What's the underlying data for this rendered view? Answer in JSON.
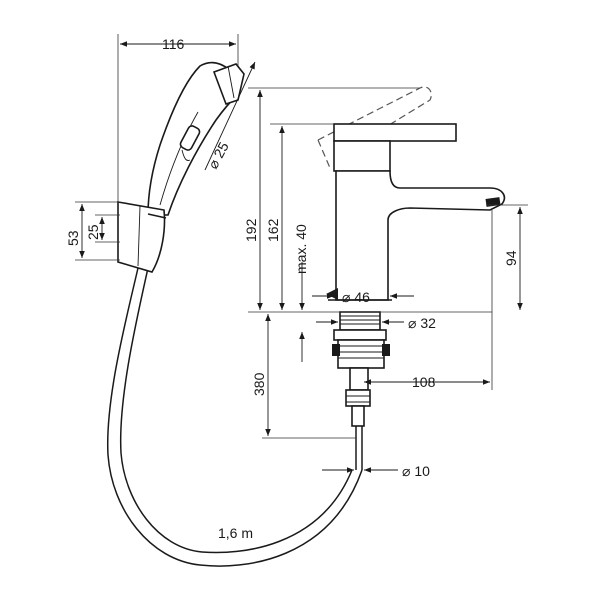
{
  "dimensions": {
    "width_116": "116",
    "diameter_25": "⌀ 25",
    "height_53": "53",
    "height_25": "25",
    "hose_length": "1,6 m",
    "height_192": "192",
    "height_162": "162",
    "max_40": "max. 40",
    "diameter_46": "⌀ 46",
    "diameter_32": "⌀ 32",
    "length_380": "380",
    "reach_108": "108",
    "diameter_10": "⌀ 10",
    "height_94": "94"
  }
}
